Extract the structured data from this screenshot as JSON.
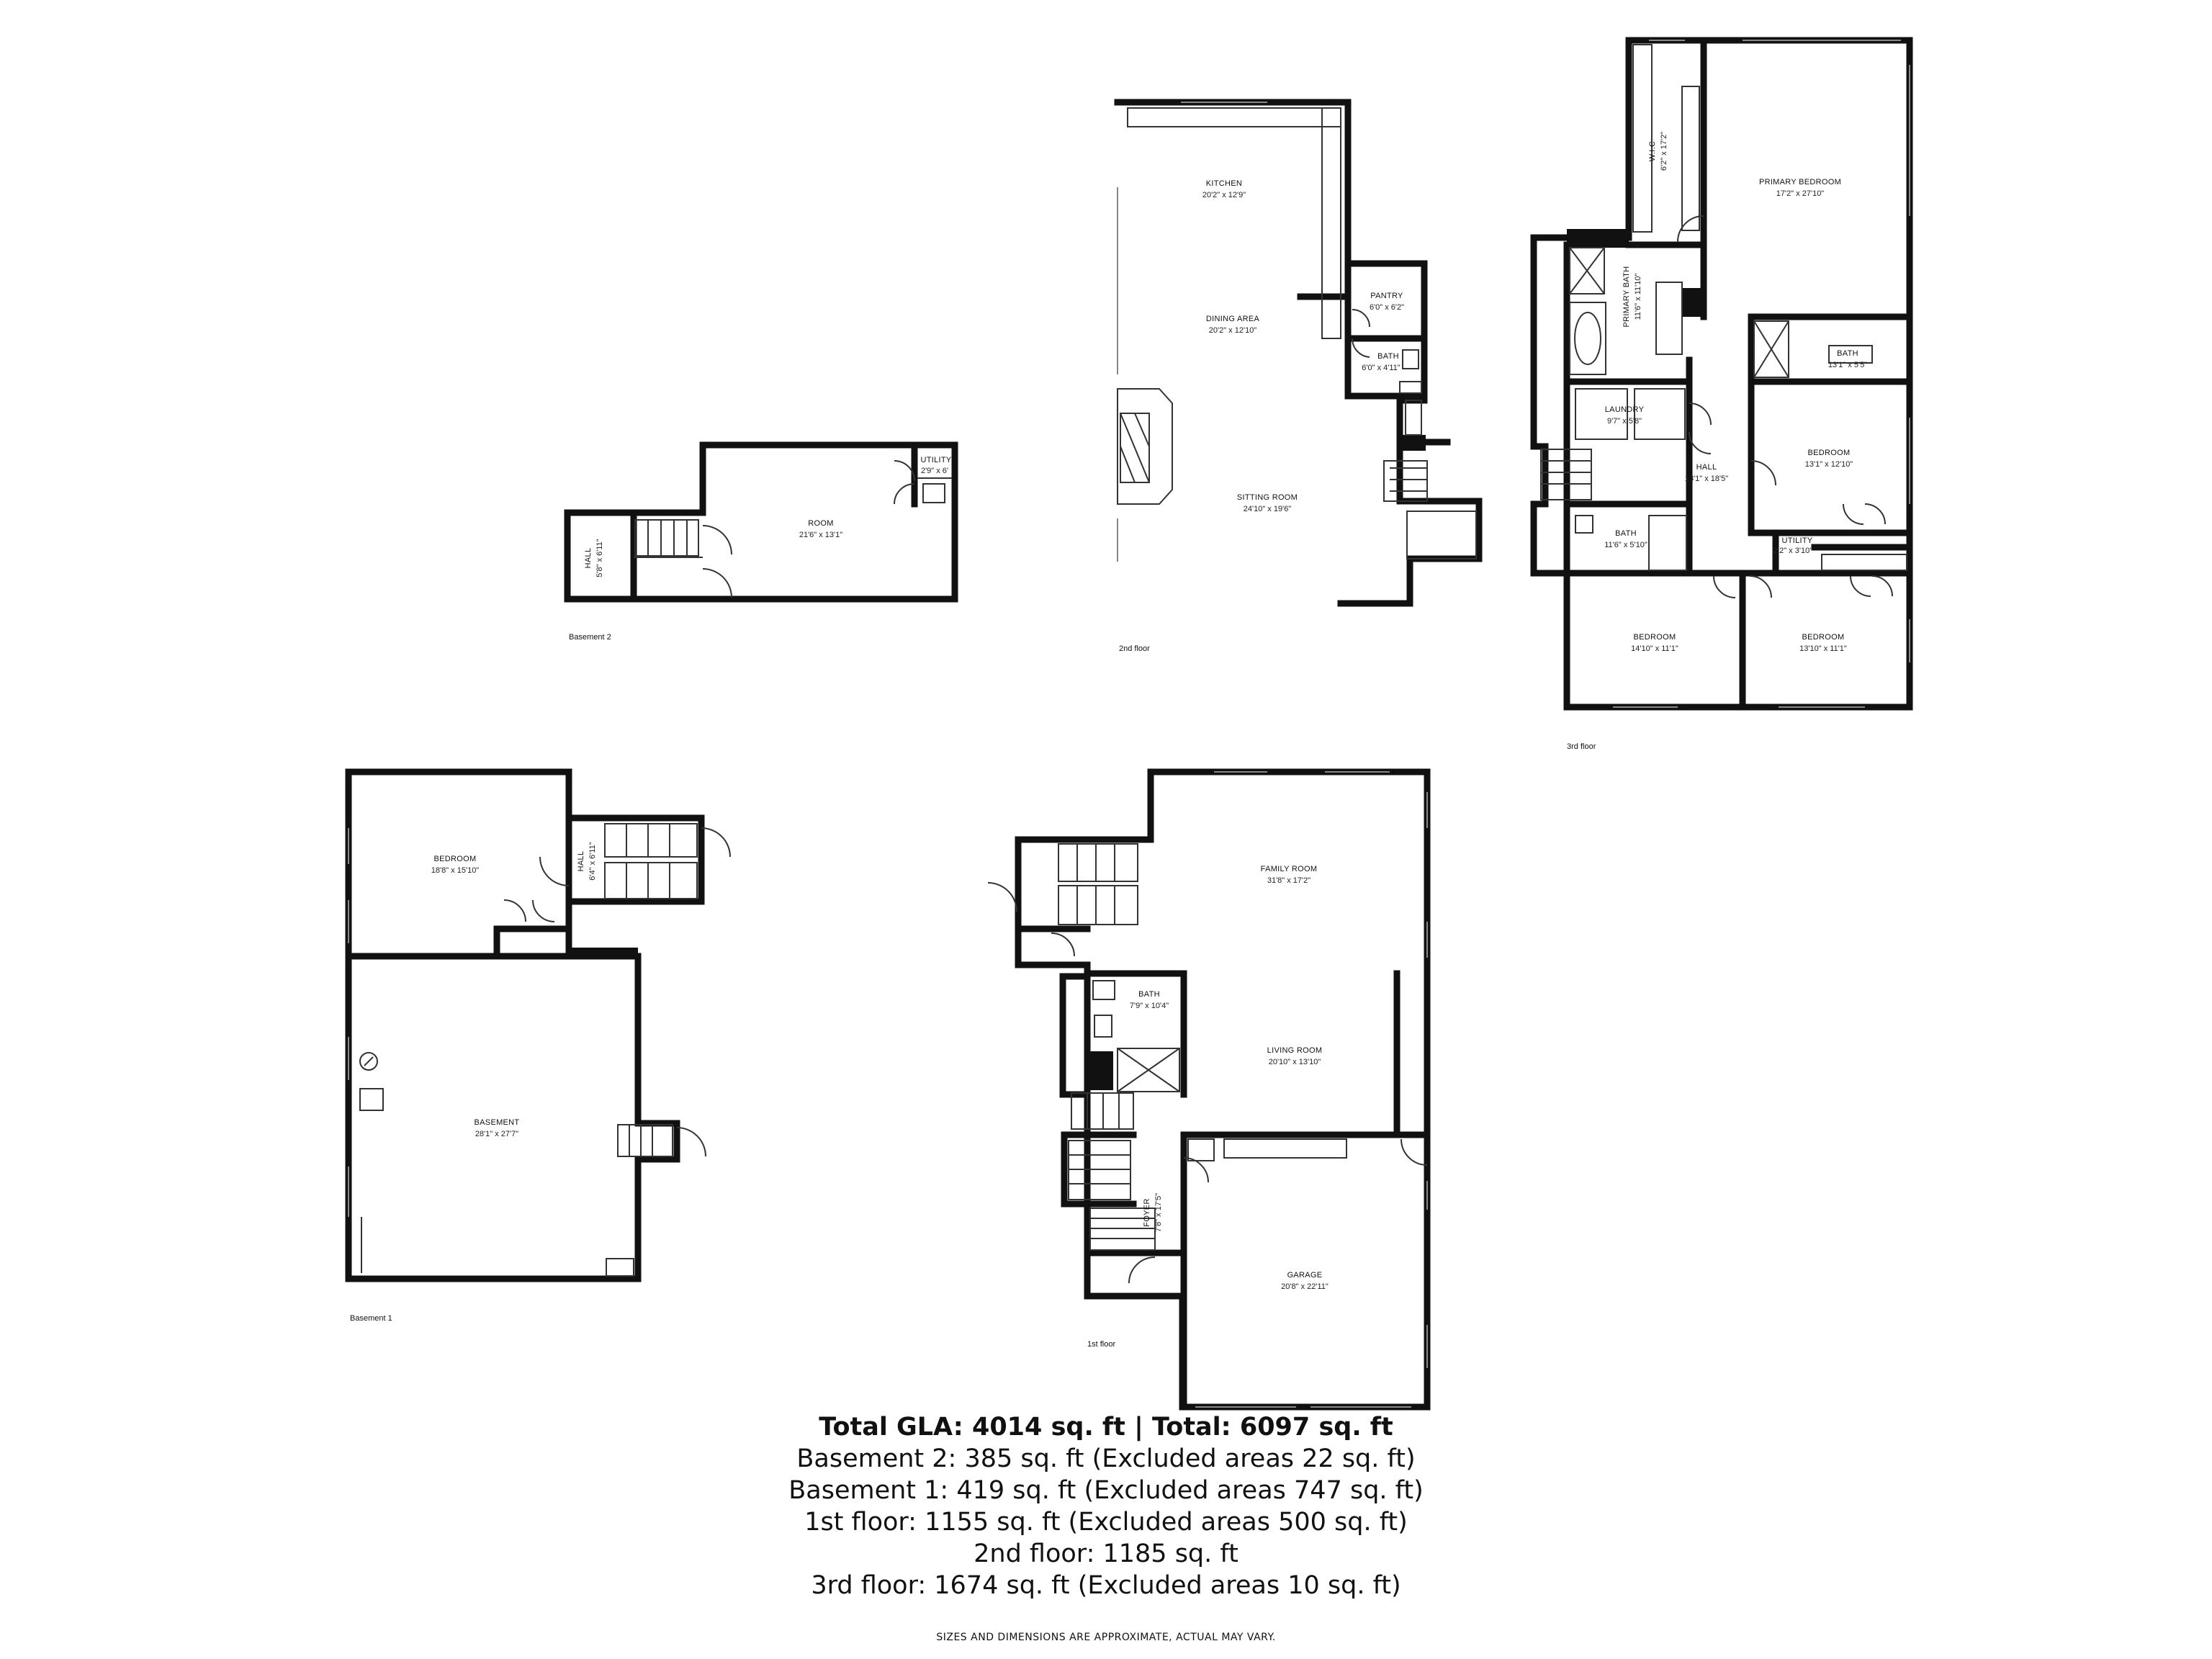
{
  "floors": {
    "basement2": {
      "label": "Basement 2",
      "rooms": [
        {
          "name": "HALL",
          "dims": "5'8\" x 6'11\""
        },
        {
          "name": "ROOM",
          "dims": "21'6\" x 13'1\""
        },
        {
          "name": "UTILITY",
          "dims": "2'9\" x 6'"
        }
      ]
    },
    "floor2": {
      "label": "2nd floor",
      "rooms": [
        {
          "name": "KITCHEN",
          "dims": "20'2\" x 12'9\""
        },
        {
          "name": "DINING AREA",
          "dims": "20'2\" x 12'10\""
        },
        {
          "name": "PANTRY",
          "dims": "6'0\" x 6'2\""
        },
        {
          "name": "BATH",
          "dims": "6'0\" x 4'11\""
        },
        {
          "name": "SITTING ROOM",
          "dims": "24'10\" x 19'6\""
        }
      ]
    },
    "floor3": {
      "label": "3rd floor",
      "rooms": [
        {
          "name": "W.I.C",
          "dims": "6'2\" x 17'2\""
        },
        {
          "name": "PRIMARY BEDROOM",
          "dims": "17'2\" x 27'10\""
        },
        {
          "name": "PRIMARY BATH",
          "dims": "11'6\" x 11'10\""
        },
        {
          "name": "BATH",
          "dims": "13'1\" x 5'5\""
        },
        {
          "name": "LAUNDRY",
          "dims": "9'7\" x 5'8\""
        },
        {
          "name": "HALL",
          "dims": "13'1\" x 18'5\""
        },
        {
          "name": "BEDROOM",
          "dims": "13'1\" x 12'10\""
        },
        {
          "name": "BATH",
          "dims": "11'6\" x 5'10\""
        },
        {
          "name": "UTILITY",
          "dims": "2'2\" x 3'10\""
        },
        {
          "name": "BEDROOM",
          "dims": "14'10\" x 11'1\""
        },
        {
          "name": "BEDROOM",
          "dims": "13'10\" x 11'1\""
        }
      ]
    },
    "basement1": {
      "label": "Basement 1",
      "rooms": [
        {
          "name": "BEDROOM",
          "dims": "18'8\" x 15'10\""
        },
        {
          "name": "HALL",
          "dims": "6'4\" x 6'11\""
        },
        {
          "name": "BASEMENT",
          "dims": "28'1\" x 27'7\""
        }
      ]
    },
    "floor1": {
      "label": "1st floor",
      "rooms": [
        {
          "name": "FAMILY ROOM",
          "dims": "31'8\" x 17'2\""
        },
        {
          "name": "BATH",
          "dims": "7'9\" x 10'4\""
        },
        {
          "name": "LIVING ROOM",
          "dims": "20'10\" x 13'10\""
        },
        {
          "name": "FOYER",
          "dims": "7'8\" x 17'5\""
        },
        {
          "name": "GARAGE",
          "dims": "20'8\" x 22'11\""
        }
      ]
    }
  },
  "summary": {
    "total": "Total GLA: 4014 sq. ft | Total: 6097 sq. ft",
    "lines": [
      "Basement 2: 385 sq. ft (Excluded areas 22 sq. ft)",
      "Basement 1: 419 sq. ft (Excluded areas 747 sq. ft)",
      "1st floor: 1155 sq. ft (Excluded areas 500 sq. ft)",
      "2nd floor: 1185 sq. ft",
      "3rd floor: 1674 sq. ft (Excluded areas 10 sq. ft)"
    ]
  },
  "disclaimer": "SIZES AND DIMENSIONS ARE APPROXIMATE, ACTUAL MAY VARY."
}
